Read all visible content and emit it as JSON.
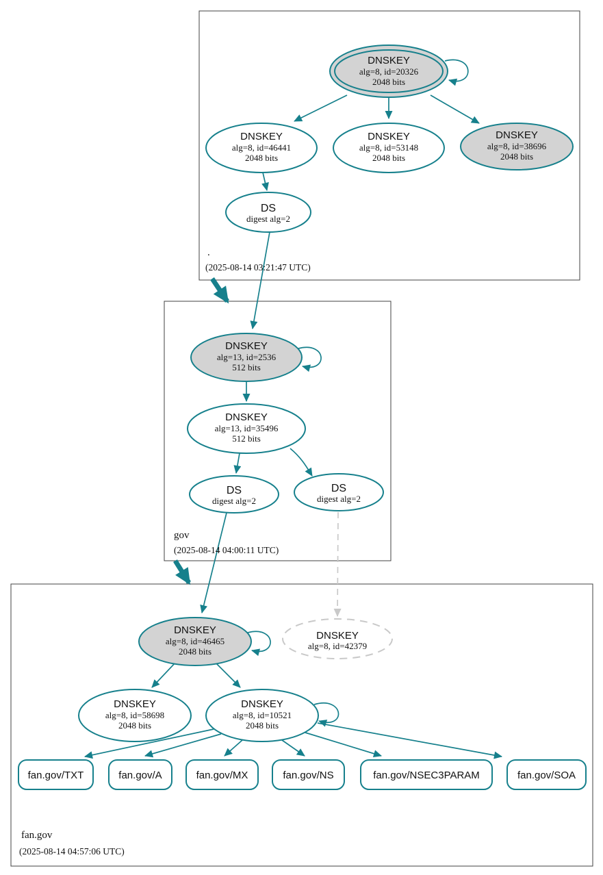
{
  "colors": {
    "edge_teal": "#16808c",
    "node_gray_fill": "#d3d3d3",
    "missing_dashed_gray": "#c9c9c9",
    "zone_border": "#404040"
  },
  "zones": [
    {
      "name": ".",
      "timestamp": "(2025-08-14 03:21:47 UTC)"
    },
    {
      "name": "gov",
      "timestamp": "(2025-08-14 04:00:11 UTC)"
    },
    {
      "name": "fan.gov",
      "timestamp": "(2025-08-14 04:57:06 UTC)"
    }
  ],
  "nodes": {
    "root_ksk": {
      "type": "DNSKEY",
      "detail": "alg=8, id=20326",
      "bits": "2048 bits"
    },
    "root_key_46441": {
      "type": "DNSKEY",
      "detail": "alg=8, id=46441",
      "bits": "2048 bits"
    },
    "root_key_53148": {
      "type": "DNSKEY",
      "detail": "alg=8, id=53148",
      "bits": "2048 bits"
    },
    "root_key_38696": {
      "type": "DNSKEY",
      "detail": "alg=8, id=38696",
      "bits": "2048 bits"
    },
    "root_ds": {
      "type": "DS",
      "detail": "digest alg=2"
    },
    "gov_ksk": {
      "type": "DNSKEY",
      "detail": "alg=13, id=2536",
      "bits": "512 bits"
    },
    "gov_key_35496": {
      "type": "DNSKEY",
      "detail": "alg=13, id=35496",
      "bits": "512 bits"
    },
    "gov_ds_1": {
      "type": "DS",
      "detail": "digest alg=2"
    },
    "gov_ds_2": {
      "type": "DS",
      "detail": "digest alg=2"
    },
    "fan_ksk": {
      "type": "DNSKEY",
      "detail": "alg=8, id=46465",
      "bits": "2048 bits"
    },
    "fan_key_42379": {
      "type": "DNSKEY",
      "detail": "alg=8, id=42379"
    },
    "fan_key_58698": {
      "type": "DNSKEY",
      "detail": "alg=8, id=58698",
      "bits": "2048 bits"
    },
    "fan_key_10521": {
      "type": "DNSKEY",
      "detail": "alg=8, id=10521",
      "bits": "2048 bits"
    }
  },
  "rrsets": [
    {
      "label": "fan.gov/TXT"
    },
    {
      "label": "fan.gov/A"
    },
    {
      "label": "fan.gov/MX"
    },
    {
      "label": "fan.gov/NS"
    },
    {
      "label": "fan.gov/NSEC3PARAM"
    },
    {
      "label": "fan.gov/SOA"
    }
  ]
}
